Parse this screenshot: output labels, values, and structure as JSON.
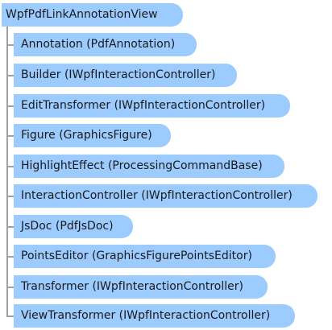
{
  "root": {
    "label": "WpfPdfLinkAnnotationView"
  },
  "children": [
    {
      "label": "Annotation (PdfAnnotation)"
    },
    {
      "label": "Builder (IWpfInteractionController)"
    },
    {
      "label": "EditTransformer (IWpfInteractionController)"
    },
    {
      "label": "Figure (GraphicsFigure)"
    },
    {
      "label": "HighlightEffect (ProcessingCommandBase)"
    },
    {
      "label": "InteractionController (IWpfInteractionController)"
    },
    {
      "label": "JsDoc (PdfJsDoc)"
    },
    {
      "label": "PointsEditor (GraphicsFigurePointsEditor)"
    },
    {
      "label": "Transformer (IWpfInteractionController)"
    },
    {
      "label": "ViewTransformer (IWpfInteractionController)"
    }
  ],
  "colors": {
    "node_fill": "#9ccbff",
    "connector": "#a0a0a0",
    "text": "#1a1a1a"
  }
}
